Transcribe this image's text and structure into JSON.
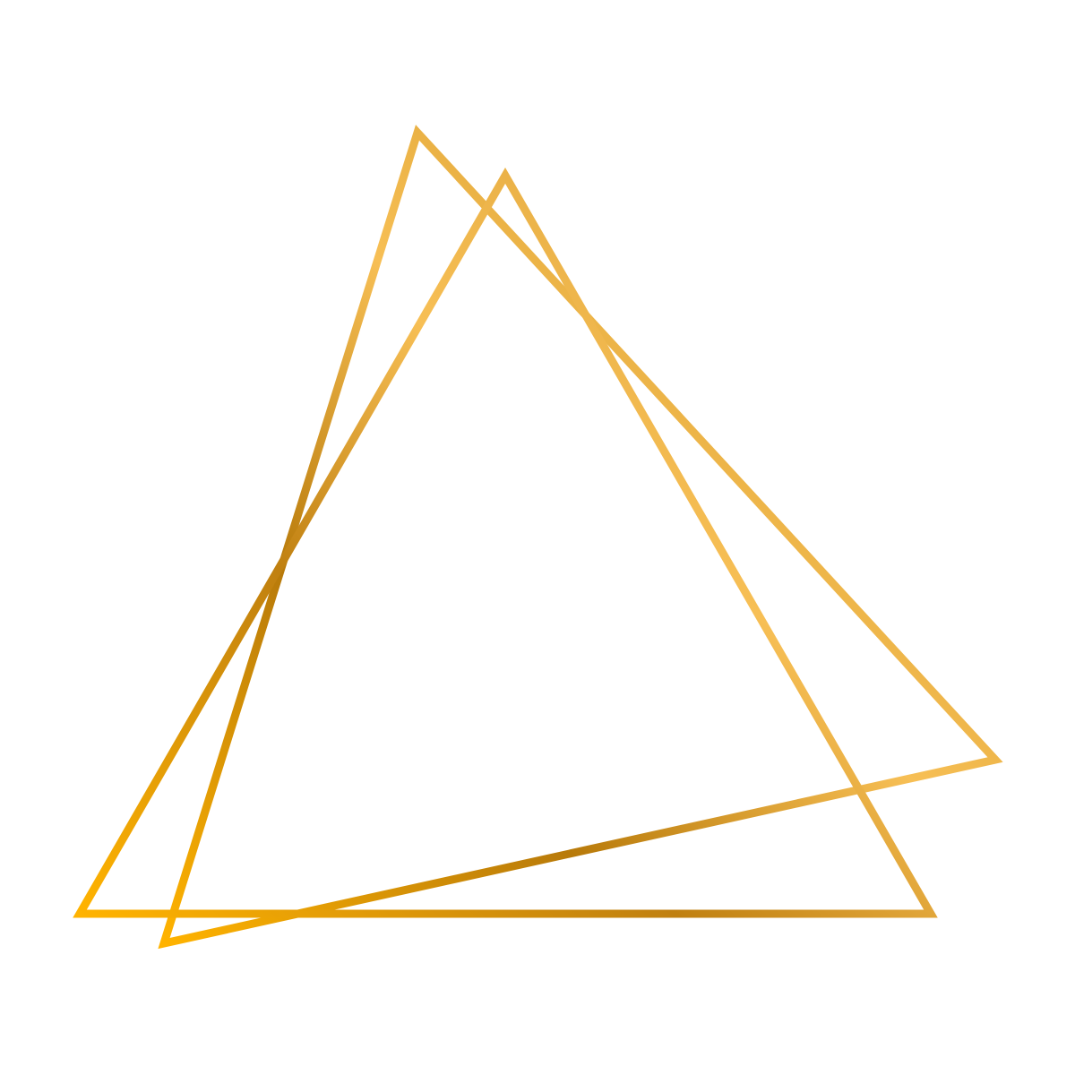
{
  "artwork": {
    "shape_count": 2,
    "shapes": [
      {
        "name": "tilted-triangle-frame",
        "style": "outline"
      },
      {
        "name": "upright-triangle-frame",
        "style": "outline"
      }
    ]
  },
  "colors": {
    "background": "#ffffff",
    "gold_dark": "#b87a0a",
    "gold_mid": "#d9a030",
    "gold_light": "#f7bf55",
    "gold_bright": "#ffb300"
  }
}
